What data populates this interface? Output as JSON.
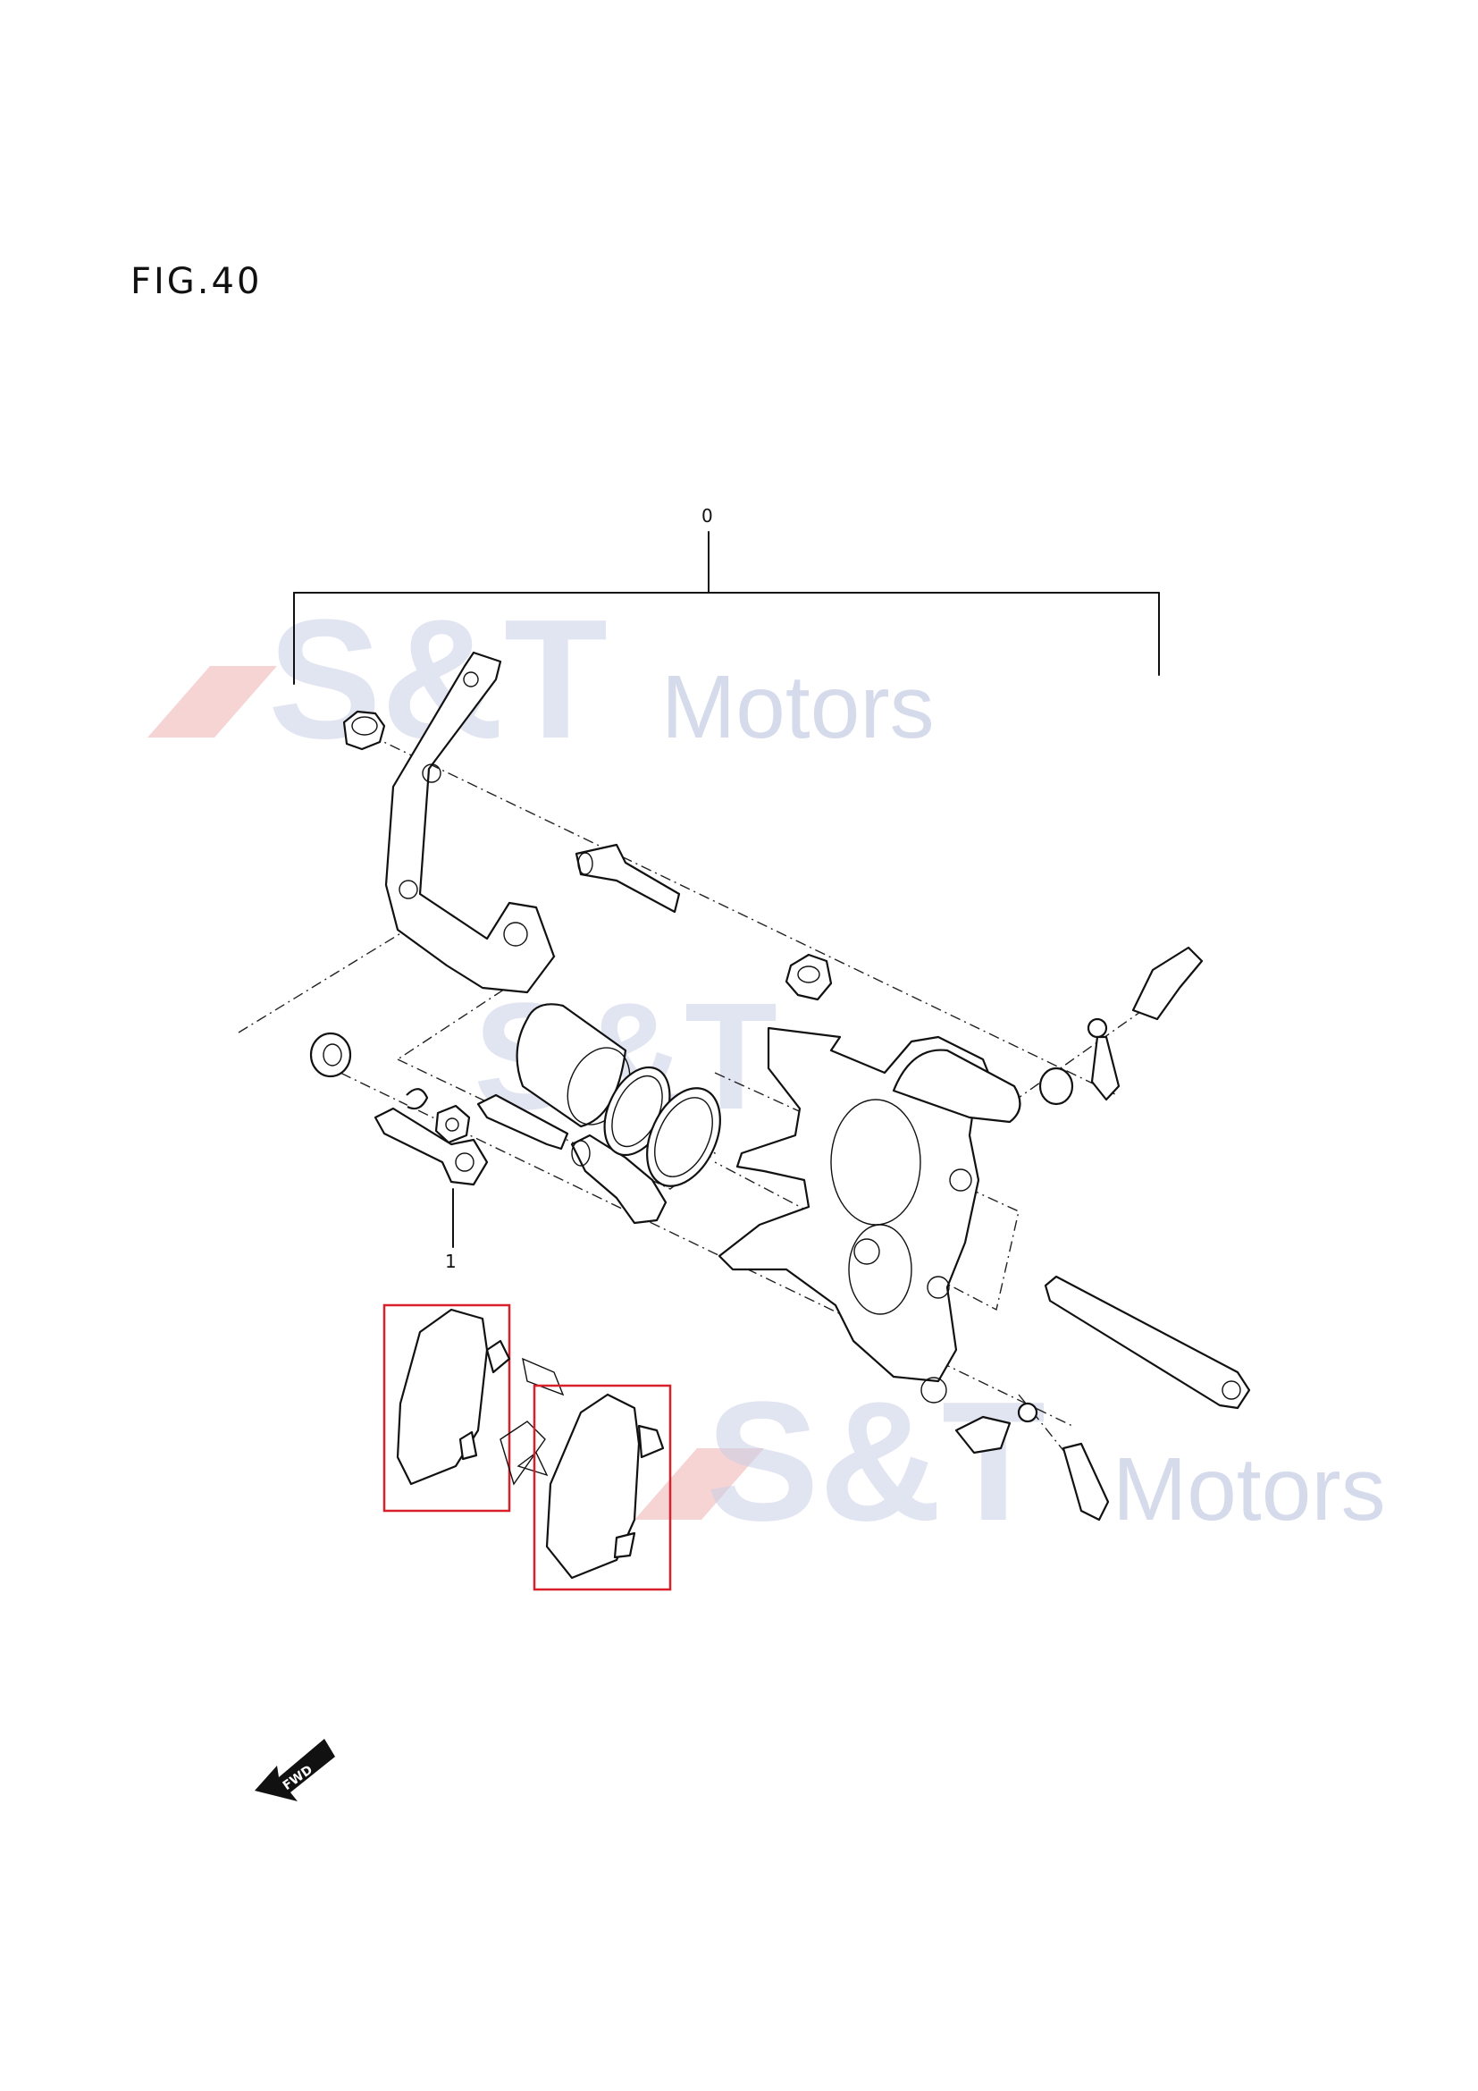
{
  "figure": {
    "title": "FIG.40"
  },
  "callouts": [
    {
      "id": "assembly",
      "label": "0"
    },
    {
      "id": "pad-set",
      "label": "1"
    }
  ],
  "watermark": {
    "brand": "S&T",
    "suffix": "Motors"
  },
  "fwd_arrow": {
    "label": "FWD"
  },
  "colors": {
    "highlight": "#d7202a",
    "watermark": "#c9cfe6",
    "line": "#111111"
  }
}
